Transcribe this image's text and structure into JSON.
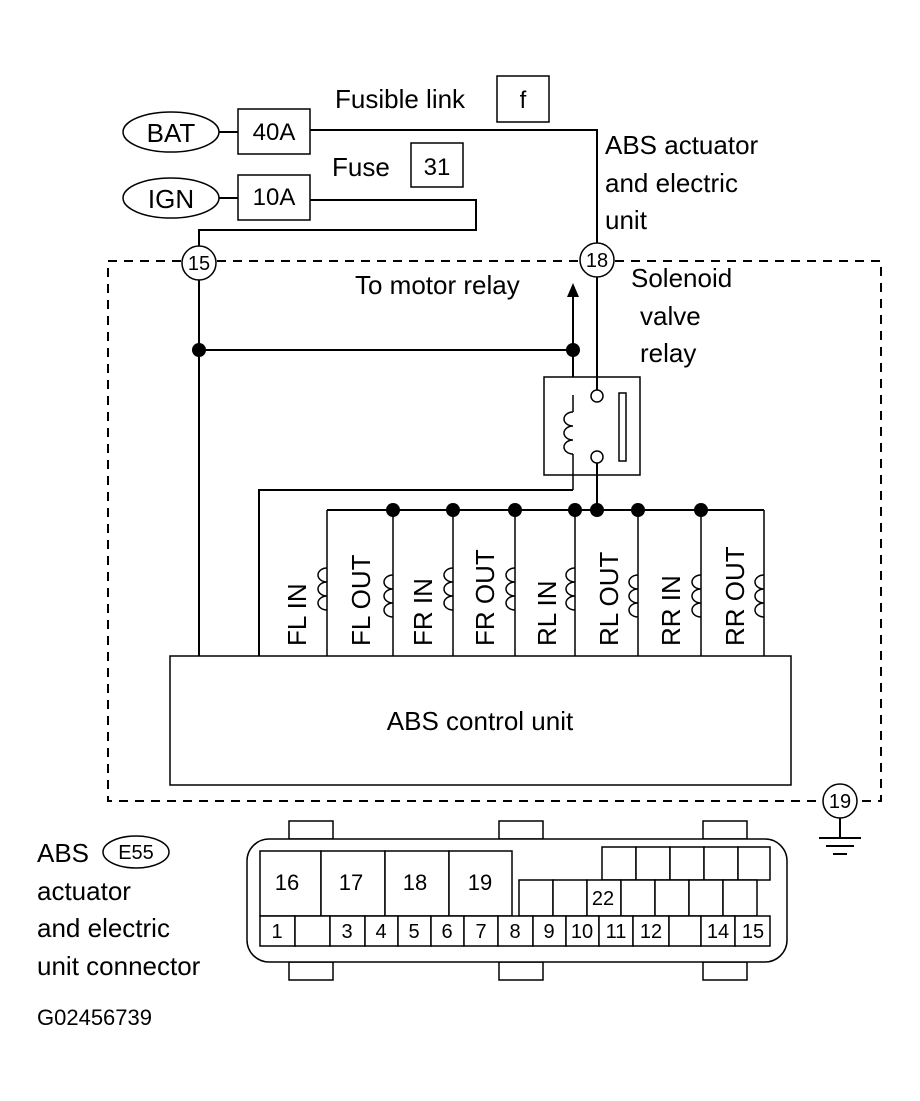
{
  "power": {
    "bat_label": "BAT",
    "ign_label": "IGN",
    "fuse_40a": "40A",
    "fuse_10a": "10A",
    "fusible_link_label": "Fusible link",
    "fusible_link_id": "f",
    "fuse_label": "Fuse",
    "fuse_id": "31"
  },
  "unit": {
    "title_line1": "ABS actuator",
    "title_line2": "and electric",
    "title_line3": "unit",
    "terminal_15": "15",
    "terminal_18": "18",
    "terminal_19": "19",
    "to_motor_relay": "To motor relay",
    "solenoid_line1": "Solenoid",
    "solenoid_line2": "valve",
    "solenoid_line3": "relay",
    "control_unit": "ABS control unit"
  },
  "solenoids": [
    "FL  IN",
    "FL  OUT",
    "FR  IN",
    "FR  OUT",
    "RL IN",
    "RL OUT",
    "RR IN",
    "RR OUT"
  ],
  "connector": {
    "line1": "ABS",
    "badge": "E55",
    "line2": "actuator",
    "line3": "and electric",
    "line4": "unit connector",
    "top_row": [
      "16",
      "17",
      "18",
      "19"
    ],
    "mid_row": [
      "22"
    ],
    "bottom_row": [
      "1",
      "",
      "3",
      "4",
      "5",
      "6",
      "7",
      "8",
      "9",
      "10",
      "11",
      "12",
      "",
      "14",
      "15"
    ]
  },
  "figure_id": "G02456739"
}
